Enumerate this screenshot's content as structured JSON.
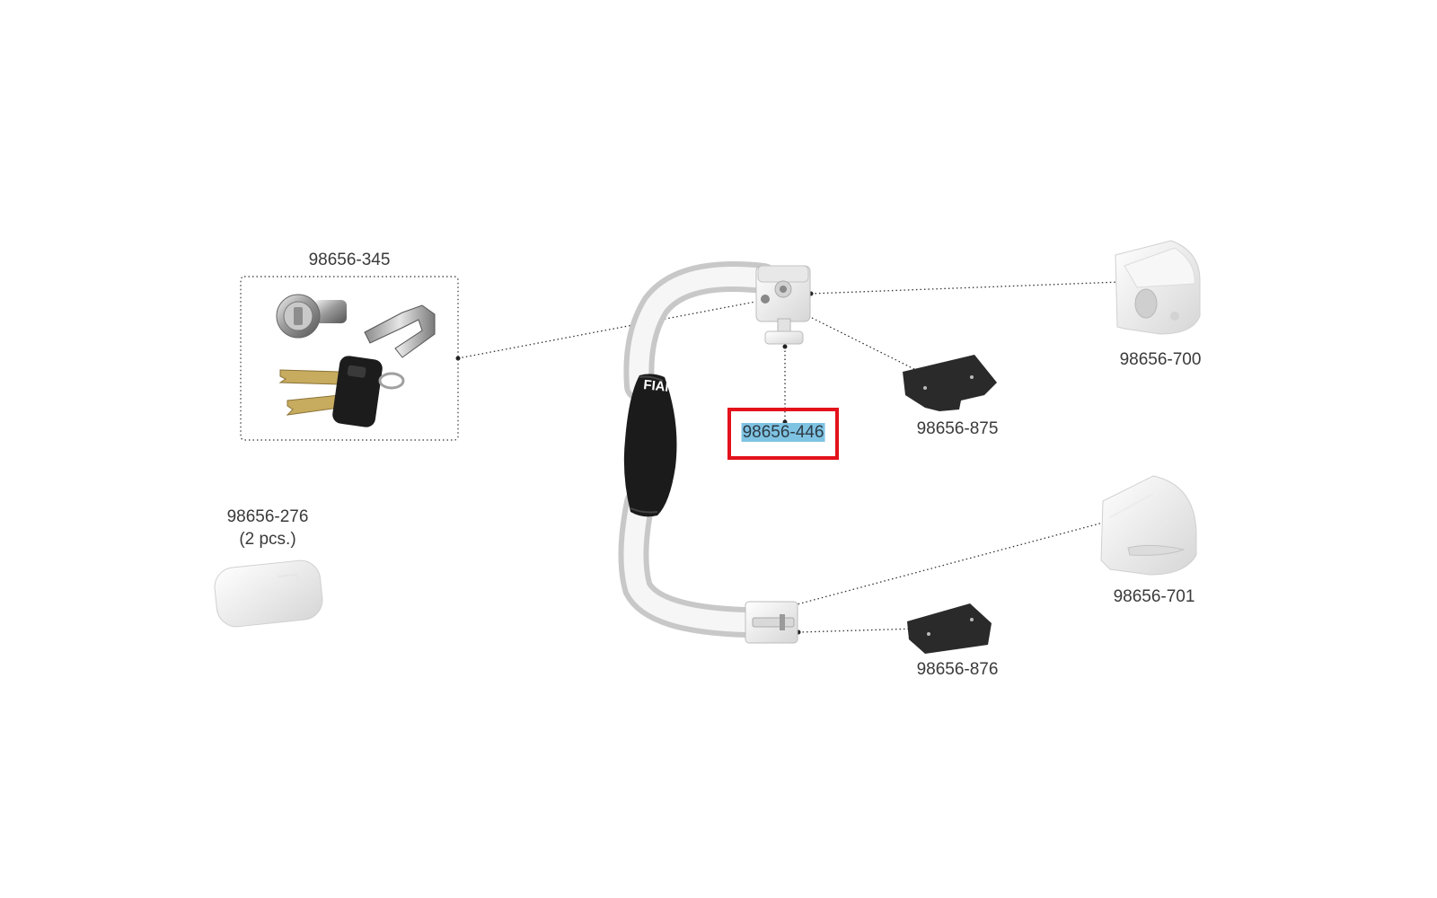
{
  "parts": {
    "lock_kit": {
      "code": "98656-345"
    },
    "end_cap": {
      "code": "98656-276",
      "qty": "(2 pcs.)"
    },
    "knob": {
      "code": "98656-446",
      "selected": true
    },
    "upper_pad": {
      "code": "98656-875"
    },
    "lower_pad": {
      "code": "98656-876"
    },
    "upper_bracket": {
      "code": "98656-700"
    },
    "lower_bracket": {
      "code": "98656-701"
    }
  },
  "brand": {
    "grip_text": "FIAMMA"
  },
  "colors": {
    "selection_border": "#e3121b",
    "selection_highlight": "#7fc3e3",
    "label_text": "#3a3a3a"
  }
}
